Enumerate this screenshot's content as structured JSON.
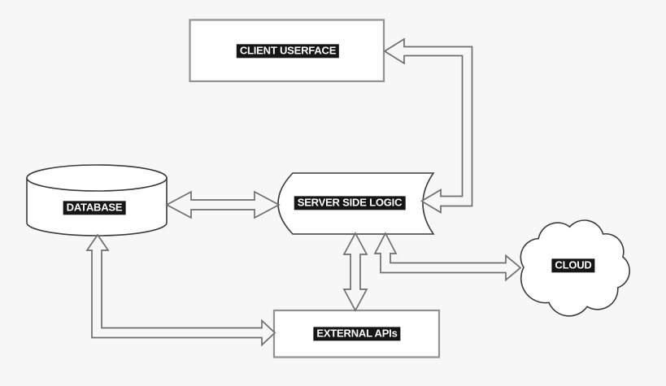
{
  "diagram": {
    "nodes": [
      {
        "id": "client",
        "label": "CLIENT USERFACE",
        "shape": "rectangle"
      },
      {
        "id": "database",
        "label": "DATABASE",
        "shape": "cylinder"
      },
      {
        "id": "server",
        "label": "SERVER SIDE LOGIC",
        "shape": "stored-data"
      },
      {
        "id": "cloud",
        "label": "CLOUD",
        "shape": "cloud"
      },
      {
        "id": "external",
        "label": "EXTERNAL APIs",
        "shape": "rectangle"
      }
    ],
    "edges": [
      {
        "from": "SERVER SIDE LOGIC",
        "to": "CLIENT USERFACE",
        "type": "elbow-double-arrow"
      },
      {
        "from": "DATABASE",
        "to": "SERVER SIDE LOGIC",
        "type": "straight-double-arrow"
      },
      {
        "from": "SERVER SIDE LOGIC",
        "to": "EXTERNAL APIs",
        "type": "straight-double-arrow"
      },
      {
        "from": "SERVER SIDE LOGIC",
        "to": "CLOUD",
        "type": "elbow-double-arrow"
      },
      {
        "from": "DATABASE",
        "to": "EXTERNAL APIs",
        "type": "elbow-double-arrow"
      }
    ],
    "colors": {
      "background": "#f7f7f7",
      "node_fill": "#ffffff",
      "node_border": "#3a3a3a",
      "box_border": "#919191",
      "connector_stroke": "#6e6e6e",
      "label_background": "#161616",
      "label_text": "#ffffff"
    }
  }
}
